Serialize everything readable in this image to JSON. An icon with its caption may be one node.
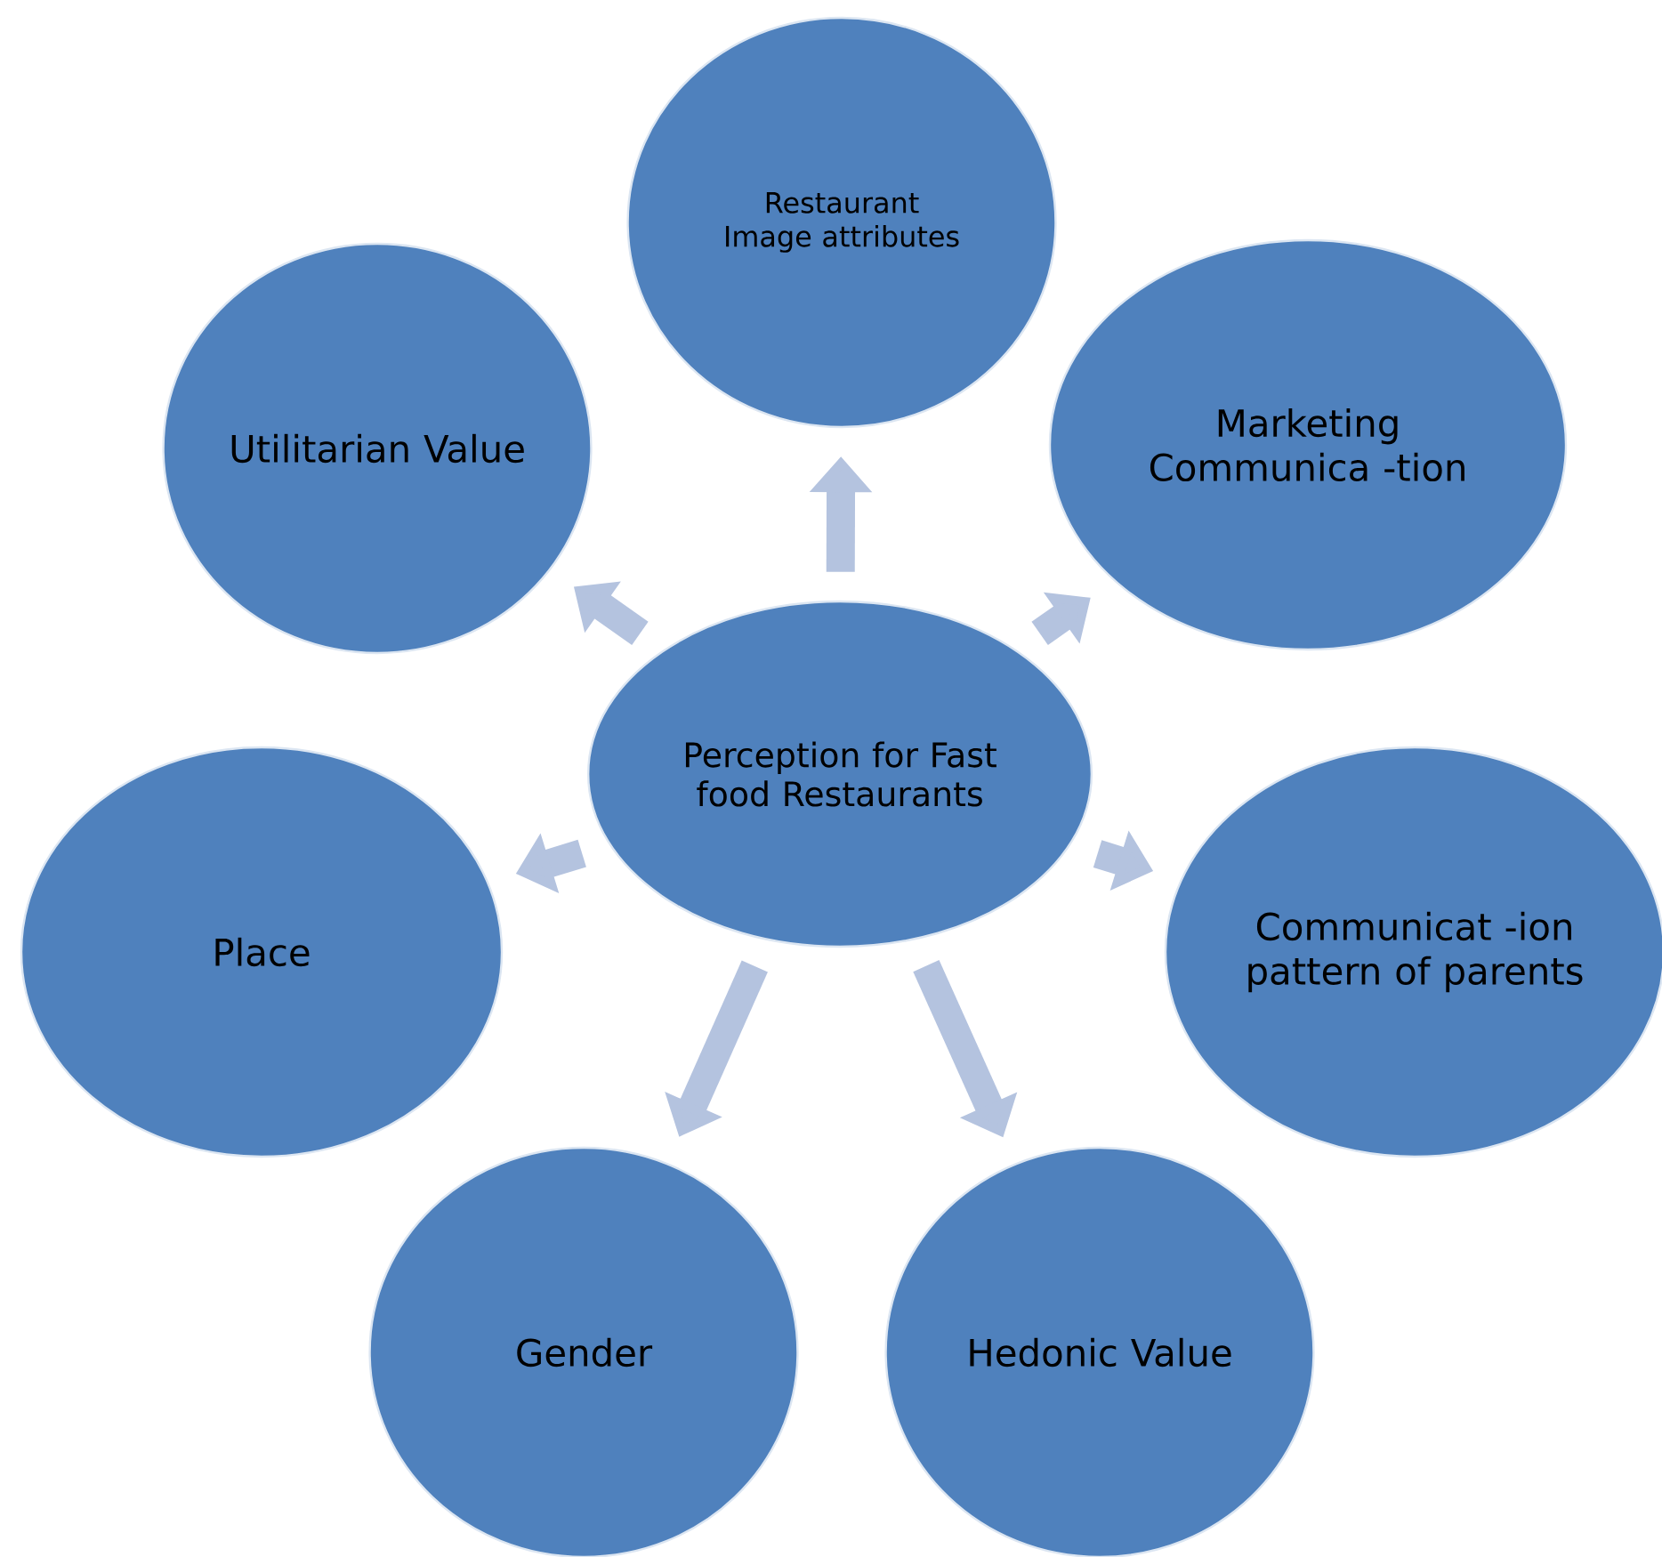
{
  "diagram": {
    "nodes": [
      {
        "text": [
          "Perception for Fast food Restaurants"
        ]
      },
      {
        "text": [
          "Restaurant Image attributes"
        ]
      },
      {
        "text": [
          "Marketing Communica -tion"
        ]
      },
      {
        "text": [
          "Communicat -ion pattern of parents"
        ]
      },
      {
        "text": [
          "Hedonic Value"
        ]
      },
      {
        "text": [
          "Gender"
        ]
      },
      {
        "text": [
          "Place"
        ]
      },
      {
        "text": [
          "Utilitarian Value"
        ]
      }
    ],
    "edges": [
      {
        "from": 0,
        "to": 1,
        "arrow": "to"
      },
      {
        "from": 0,
        "to": 2,
        "arrow": "to"
      },
      {
        "from": 0,
        "to": 3,
        "arrow": "to"
      },
      {
        "from": 0,
        "to": 4,
        "arrow": "to"
      },
      {
        "from": 0,
        "to": 5,
        "arrow": "to"
      },
      {
        "from": 0,
        "to": 6,
        "arrow": "to"
      },
      {
        "from": 0,
        "to": 7,
        "arrow": "to"
      }
    ]
  }
}
